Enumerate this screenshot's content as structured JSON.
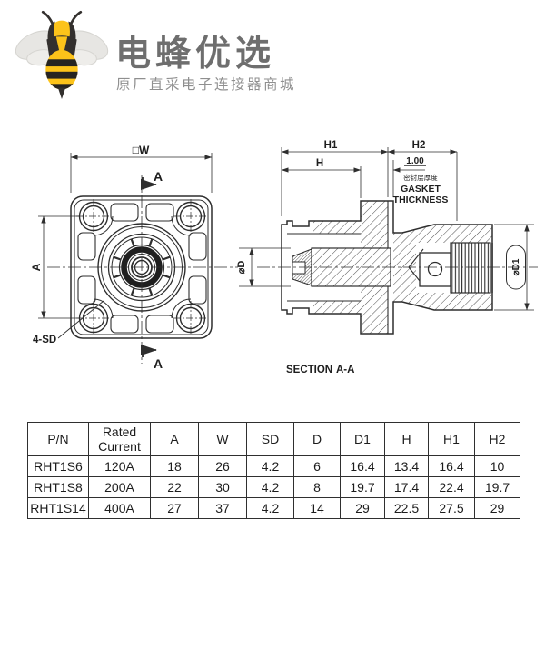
{
  "logo": {
    "title": "电蜂优选",
    "subtitle": "原厂直采电子连接器商城",
    "bee_yellow": "#fcc31a",
    "bee_dark": "#33302e"
  },
  "drawing": {
    "front_view": {
      "dim_width_label": "□W",
      "section_label_top": "A",
      "section_label_bottom": "A",
      "dim_height_label": "A",
      "holes_label": "4-SD"
    },
    "section_view": {
      "dim_h1": "H1",
      "dim_h2": "H2",
      "dim_h": "H",
      "gasket_value": "1.00",
      "gasket_label_cn": "密封层厚度",
      "gasket_label_en_line1": "GASKET",
      "gasket_label_en_line2": "THICKNESS",
      "dim_d": "⌀D",
      "dim_d1": "⌀D1",
      "caption_section": "SECTION",
      "caption_ref": "A-A"
    }
  },
  "table": {
    "headers": [
      "P/N",
      "Rated Current",
      "A",
      "W",
      "SD",
      "D",
      "D1",
      "H",
      "H1",
      "H2"
    ],
    "rows": [
      [
        "RHT1S6",
        "120A",
        "18",
        "26",
        "4.2",
        "6",
        "16.4",
        "13.4",
        "16.4",
        "10"
      ],
      [
        "RHT1S8",
        "200A",
        "22",
        "30",
        "4.2",
        "8",
        "19.7",
        "17.4",
        "22.4",
        "19.7"
      ],
      [
        "RHT1S14",
        "400A",
        "27",
        "37",
        "4.2",
        "14",
        "29",
        "22.5",
        "27.5",
        "29"
      ]
    ]
  }
}
